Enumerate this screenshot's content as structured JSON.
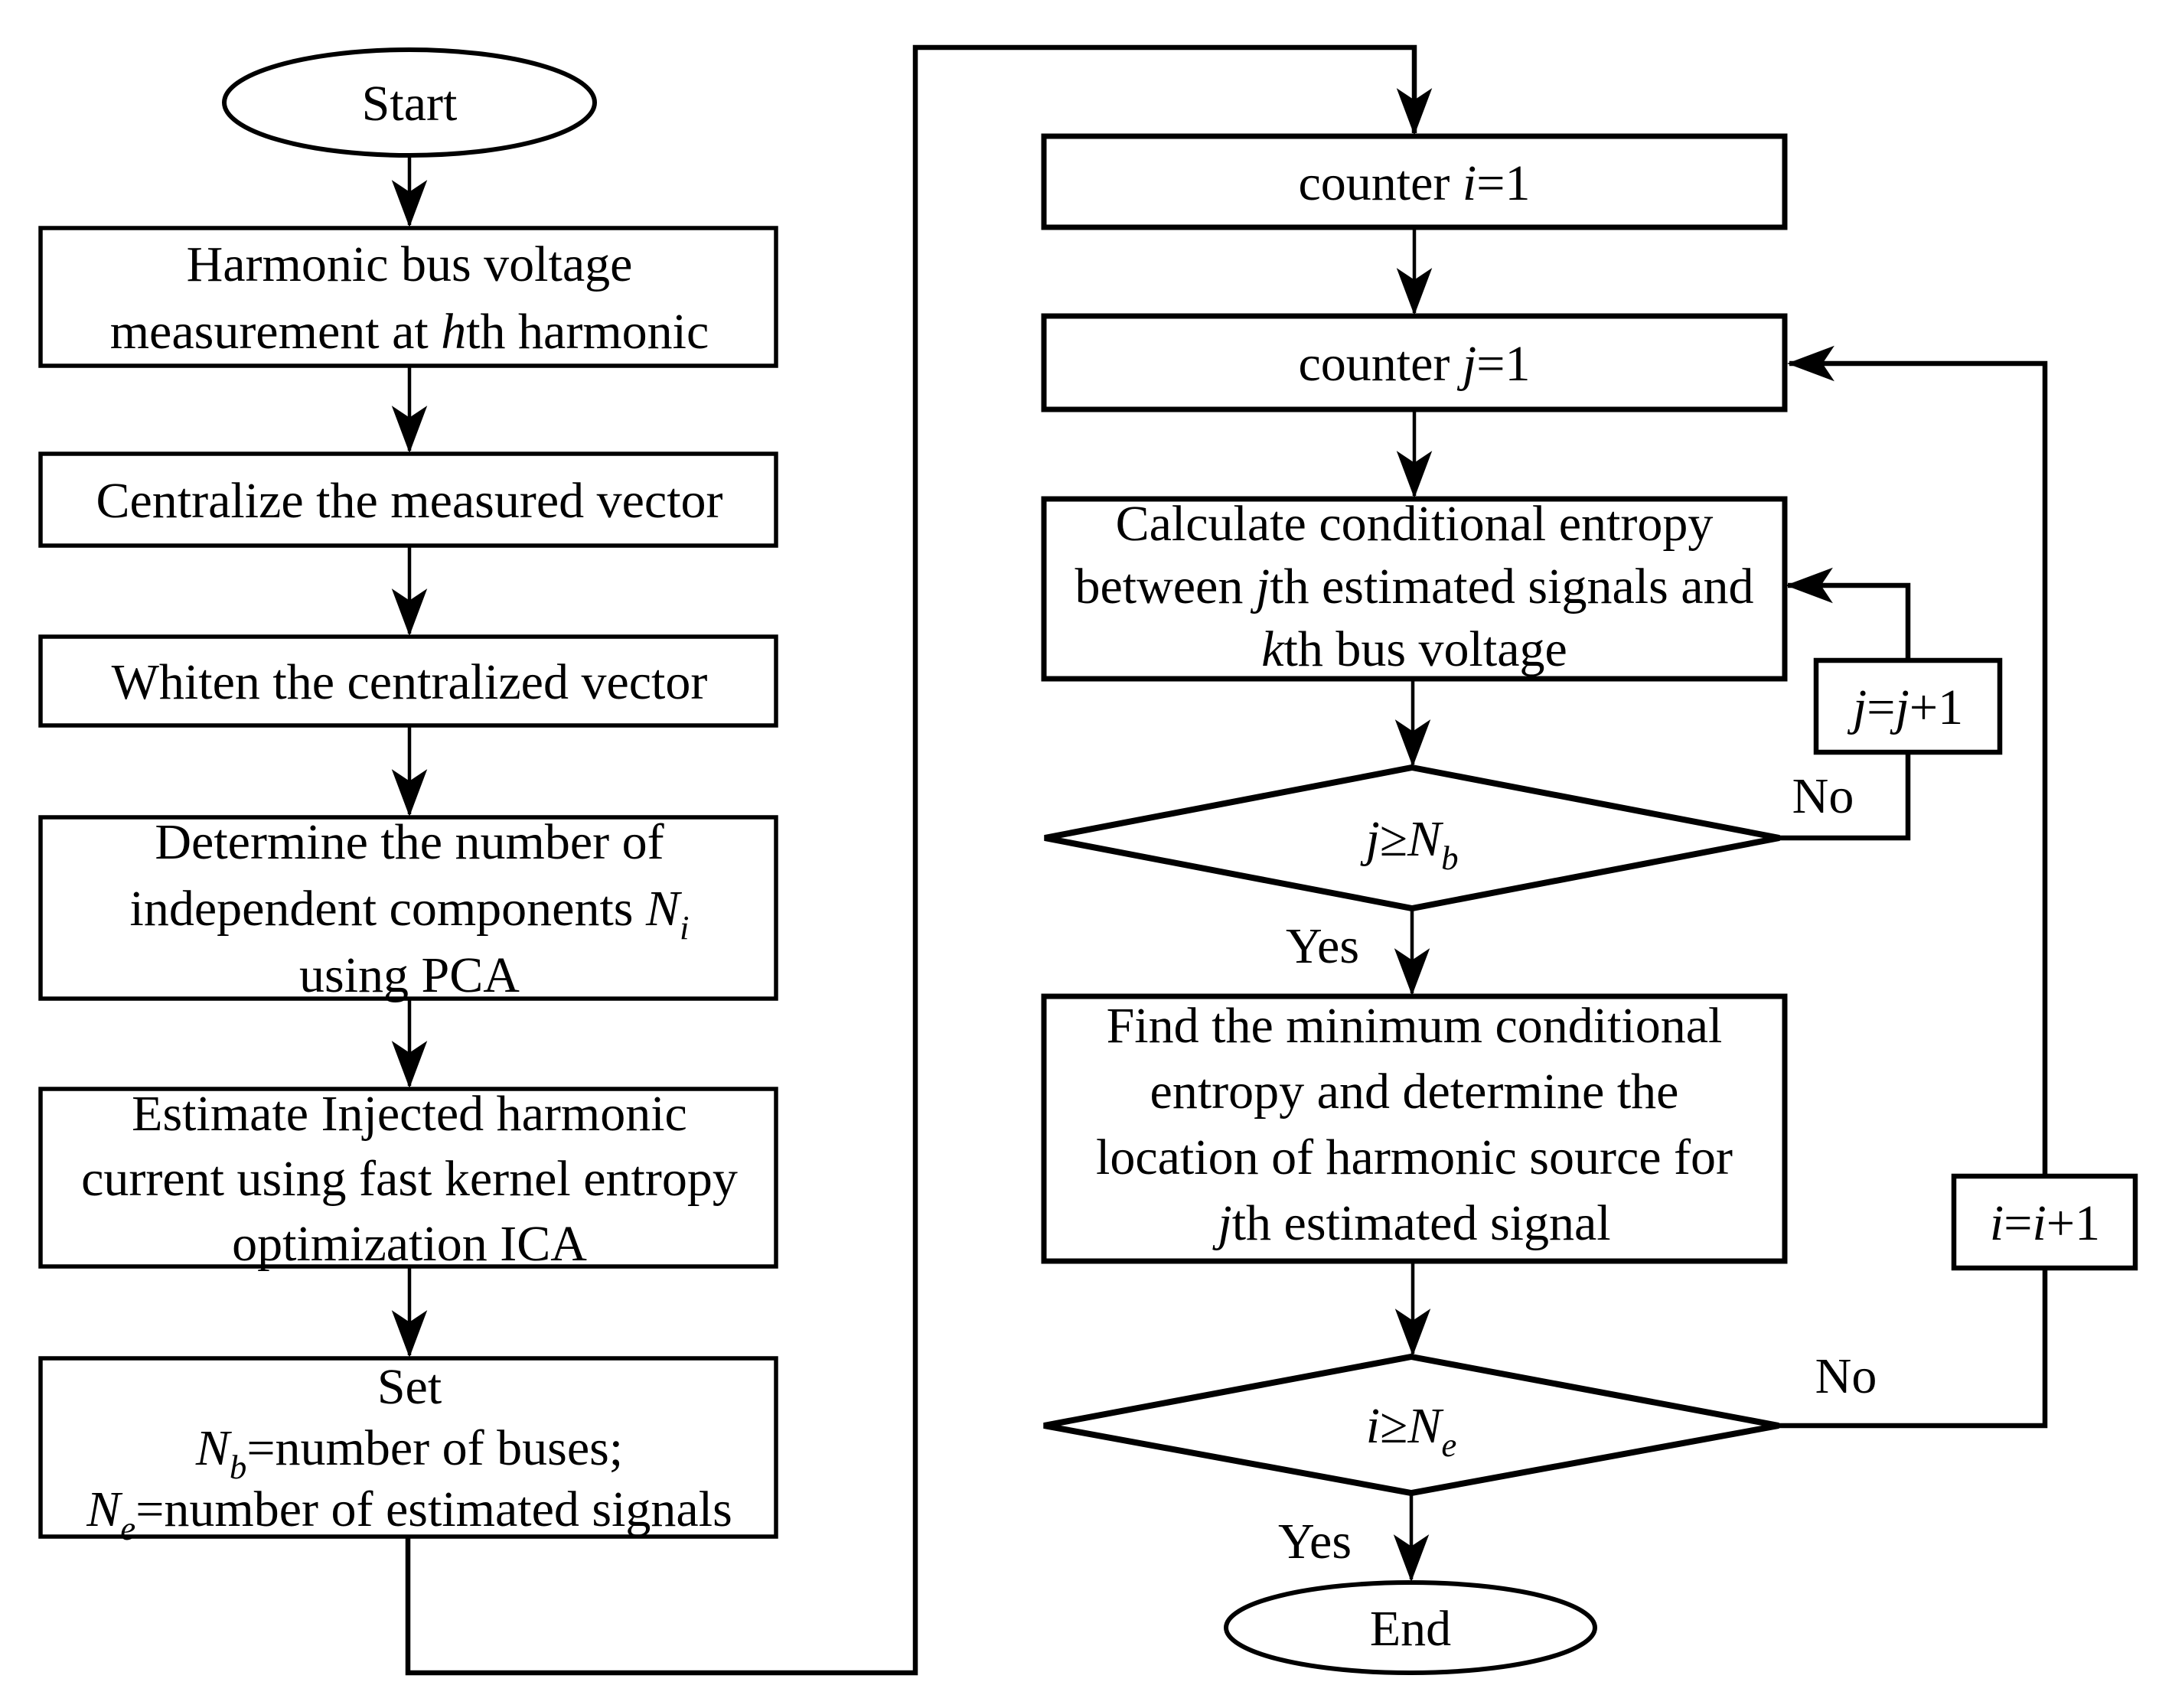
{
  "flow": {
    "start": "Start",
    "measure": "Harmonic bus voltage\nmeasurement at *h*th harmonic",
    "centralize": "Centralize the measured vector",
    "whiten": "Whiten the centralized vector",
    "pca": "Determine the number of\nindependent components *N*~i~\nusing PCA",
    "ica": "Estimate Injected harmonic\ncurrent using fast kernel entropy\noptimization ICA",
    "set": "Set\n*N*~b~=number of buses;\n*N*~e~=number of estimated signals",
    "counter_i": "counter *i*=1",
    "counter_j": "counter *j*=1",
    "entropy": "Calculate conditional entropy\nbetween *j*th estimated signals and\n*k*th bus voltage",
    "j_check": "*j*≥*N*~b~",
    "find_min": "Find the minimum conditional\nentropy and determine the\nlocation of harmonic source for\n*j*th estimated signal",
    "j_inc": "*j*=*j*+1",
    "i_inc": "*i*=*i*+1",
    "i_check": "*i*≥*N*~e~",
    "end": "End",
    "labels": {
      "j_no": "No",
      "j_yes": "Yes",
      "i_no": "No",
      "i_yes": "Yes"
    }
  },
  "colors": {
    "line": "#000000",
    "fill": "#ffffff",
    "background": "#ffffff"
  }
}
